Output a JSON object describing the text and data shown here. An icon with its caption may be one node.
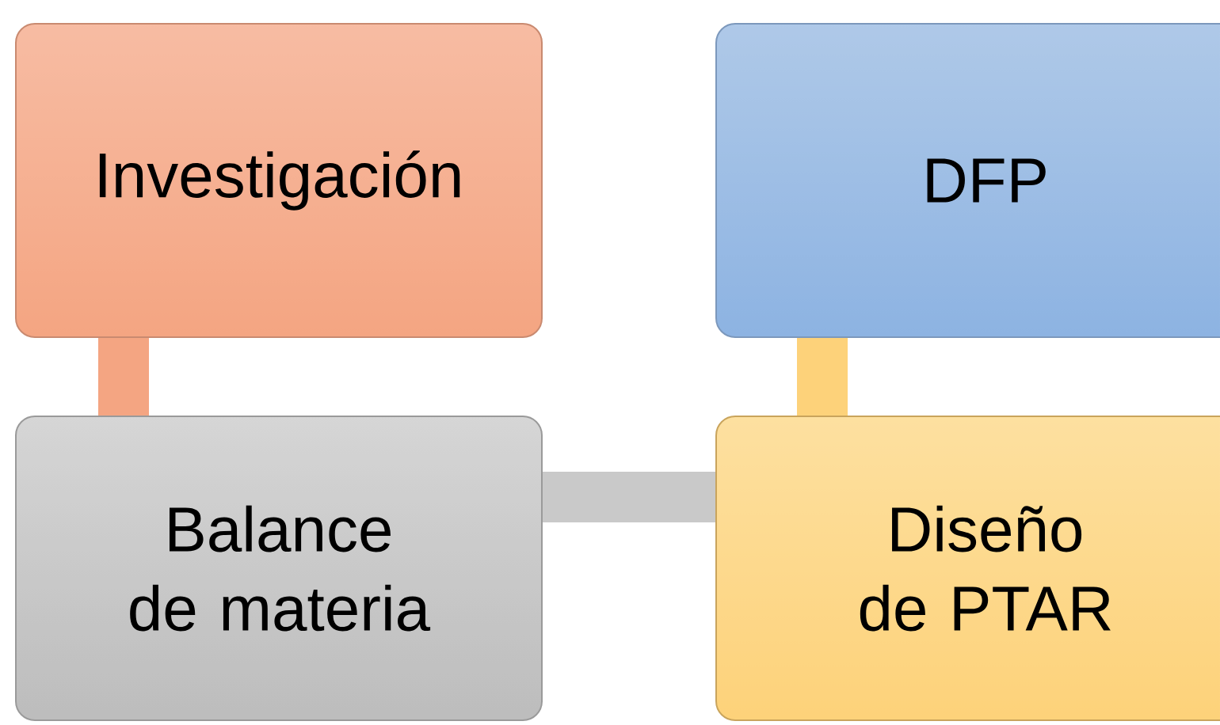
{
  "diagram": {
    "nodes": [
      {
        "text": [
          "Investigación"
        ]
      },
      {
        "text": [
          "DFP"
        ]
      },
      {
        "text": [
          "Balance de materia"
        ]
      },
      {
        "text": [
          "Diseño de PTAR"
        ]
      }
    ],
    "edges": [
      {
        "from": 0,
        "to": 2,
        "arrow": "none",
        "color": "#f4a582"
      },
      {
        "from": 1,
        "to": 3,
        "arrow": "none",
        "color": "#fdd27a"
      },
      {
        "from": 2,
        "to": 3,
        "arrow": "none",
        "color": "#c9c9c9"
      }
    ]
  }
}
